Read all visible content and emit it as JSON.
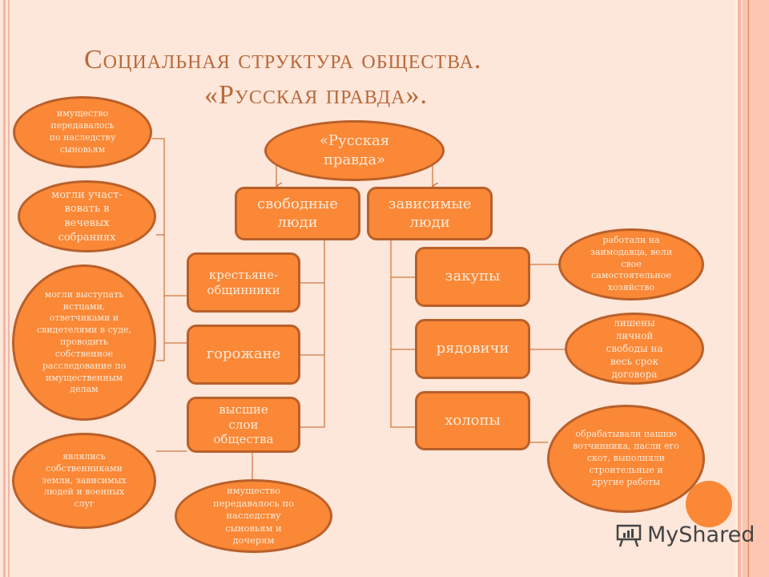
{
  "title": {
    "line1": "Социальная структура общества.",
    "line2": "«Русская правда»."
  },
  "root": "«Русская правда»",
  "groups": {
    "free": "свободные люди",
    "dependent": "зависимые люди"
  },
  "free_classes": [
    "крестьяне-общинники",
    "горожане",
    "высшие слои общества"
  ],
  "dependent_classes": [
    "закупы",
    "рядовичи",
    "холопы"
  ],
  "free_rights": [
    "имущество передавалось по наследству сыновьям",
    "могли участ-вовать в вечевых собраниях",
    "могли выступать истцами, ответчиками и свидетелями в суде, проводить собственное расследование по имущественным делам"
  ],
  "elite_notes": [
    "являлись собственниками земли, зависимых людей и военных слуг",
    "имущество передавалось по наследству сыновьям и дочерям"
  ],
  "dependent_notes": [
    "работали на заимодавца, вели свое самостоятельное хозяйство",
    "лишены личной свободы на весь срок договора",
    "обрабатывали пашню вотчинника, пасли его скот, выполняли строительные и другие работы"
  ],
  "watermark": "MyShared",
  "colors": {
    "node": "#fa8836",
    "border": "#b9602a",
    "background": "#fde6da",
    "title": "#b8693a"
  }
}
